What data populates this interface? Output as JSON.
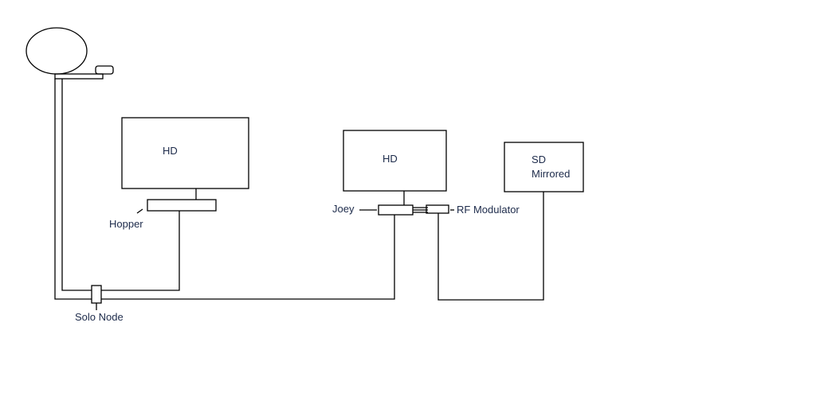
{
  "labels": {
    "tv1": "HD",
    "hopper": "Hopper",
    "tv2": "HD",
    "joey": "Joey",
    "rf_modulator": "RF Modulator",
    "sd_line1": "SD",
    "sd_line2": "Mirrored",
    "solo_node": "Solo Node"
  },
  "colors": {
    "stroke": "#000000",
    "text": "#1c2a4a"
  }
}
